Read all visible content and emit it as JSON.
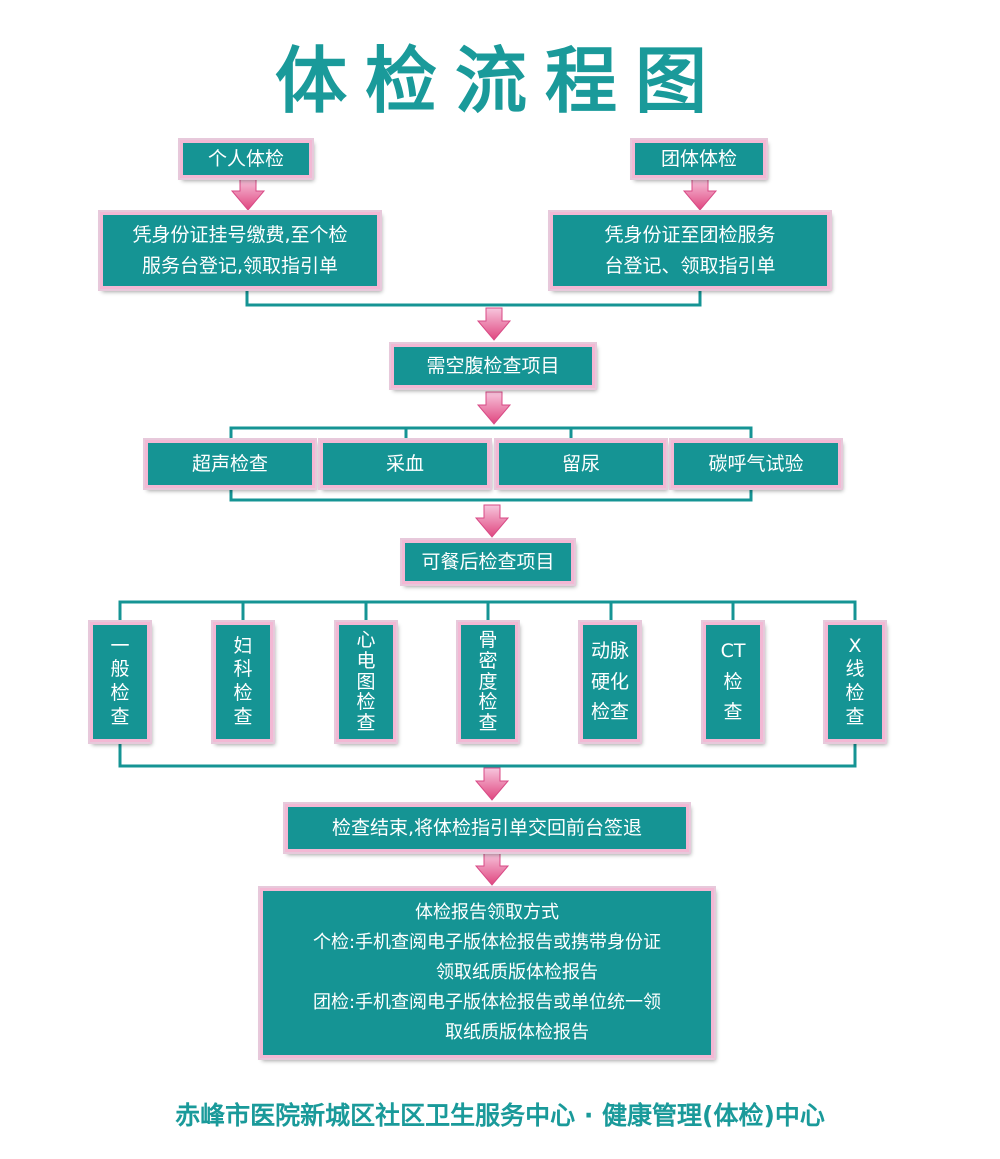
{
  "title": "体检流程图",
  "footer": "赤峰市医院新城区社区卫生服务中心 · 健康管理(体检)中心",
  "colors": {
    "box_fill": "#159494",
    "box_border": "#f3b8d4",
    "title": "#1a9a9a",
    "arrow": "#e0467f",
    "line": "#159494"
  },
  "start": {
    "individual": "个人体检",
    "group": "团体体检"
  },
  "register": {
    "individual": [
      "凭身份证挂号缴费,至个检",
      "服务台登记,领取指引单"
    ],
    "group": [
      "凭身份证至团检服务",
      "台登记、领取指引单"
    ]
  },
  "fasting": {
    "label": "需空腹检查项目",
    "items": [
      "超声检查",
      "采血",
      "留尿",
      "碳呼气试验"
    ]
  },
  "after_meal": {
    "label": "可餐后检查项目",
    "items": [
      [
        "一",
        "般",
        "检",
        "查"
      ],
      [
        "妇",
        "科",
        "检",
        "查"
      ],
      [
        "心",
        "电",
        "图",
        "检",
        "查"
      ],
      [
        "骨",
        "密",
        "度",
        "检",
        "查"
      ],
      [
        "动脉",
        "硬化",
        "检查"
      ],
      [
        "CT",
        "检",
        "查"
      ],
      [
        "X",
        "线",
        "检",
        "查"
      ]
    ]
  },
  "finish": "检查结束,将体检指引单交回前台签退",
  "report": {
    "lines": [
      "体检报告领取方式",
      "个检:手机查阅电子版体检报告或携带身份证",
      "领取纸质版体检报告",
      "团检:手机查阅电子版体检报告或单位统一领",
      "取纸质版体检报告"
    ]
  }
}
